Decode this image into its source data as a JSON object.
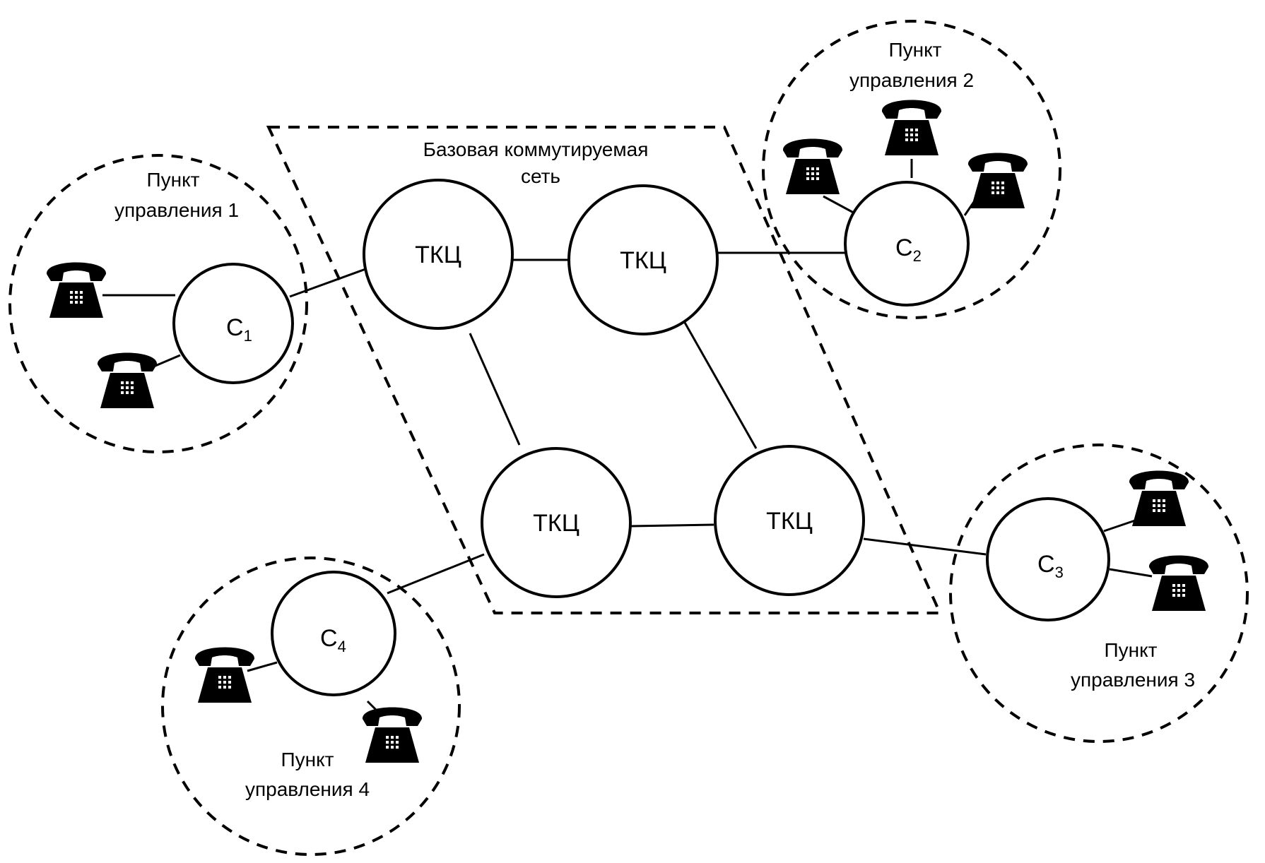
{
  "network": {
    "title_line1": "Базовая коммутируемая",
    "title_line2": "сеть"
  },
  "tkc": [
    "ТКЦ",
    "ТКЦ",
    "ТКЦ",
    "ТКЦ"
  ],
  "stations": [
    {
      "letter": "C",
      "sub": "1"
    },
    {
      "letter": "C",
      "sub": "2"
    },
    {
      "letter": "C",
      "sub": "3"
    },
    {
      "letter": "C",
      "sub": "4"
    }
  ],
  "control_points": [
    {
      "line1": "Пункт",
      "line2": "управления 1"
    },
    {
      "line1": "Пункт",
      "line2": "управления 2"
    },
    {
      "line1": "Пункт",
      "line2": "управления 3"
    },
    {
      "line1": "Пункт",
      "line2": "управления 4"
    }
  ],
  "icons": {
    "telephone": "telephone-icon"
  }
}
